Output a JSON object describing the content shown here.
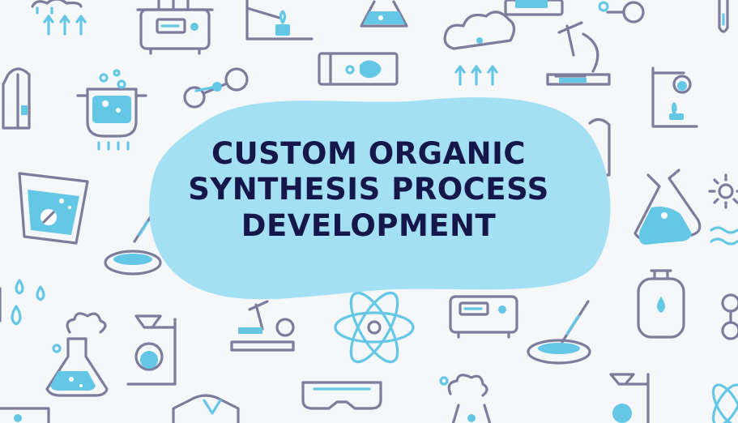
{
  "banner": {
    "title_lines": [
      "CUSTOM ORGANIC",
      "SYNTHESIS PROCESS",
      "DEVELOPMENT"
    ]
  },
  "colors": {
    "background": "#f6f7f9",
    "blob": "#a3e0f3",
    "title": "#15164a",
    "icon_stroke": "#7c7c9c",
    "icon_accent": "#65c7e6"
  },
  "icons": [
    "rain-cloud-icon",
    "hot-plate-icon",
    "bunsen-stand-icon",
    "flask-icon",
    "tablet-device-icon",
    "molecule-icon",
    "test-tube-rack-icon",
    "lab-coat-icon",
    "boiling-pot-icon",
    "bacteria-slide-icon",
    "microscope-icon",
    "distillation-stand-icon",
    "beaker-pill-icon",
    "pipette-dish-icon",
    "sun-icon",
    "waves-icon",
    "water-drops-icon",
    "smoking-flask-icon",
    "retort-stand-icon",
    "atom-icon",
    "incubator-icon",
    "gas-cylinder-icon",
    "goggles-icon"
  ]
}
